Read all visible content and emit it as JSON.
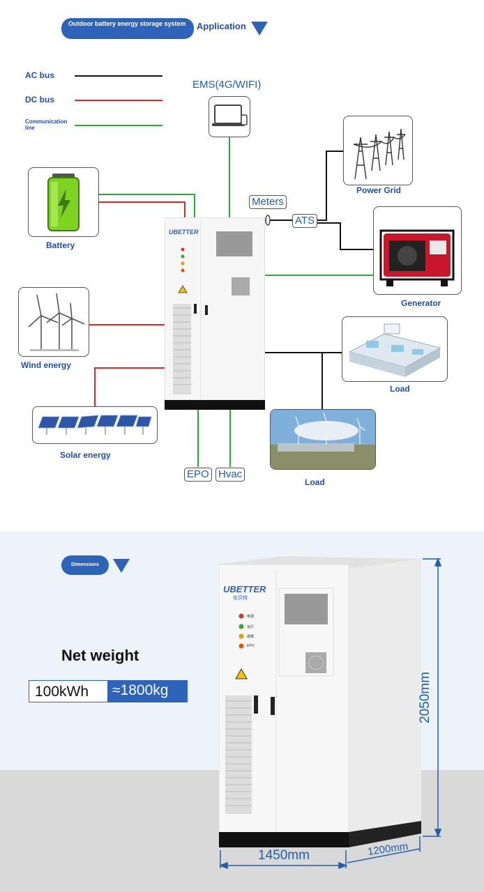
{
  "application": {
    "pill_text": "Outdoor battery energy storage system",
    "heading": "Application"
  },
  "legend": {
    "ac_bus": "AC bus",
    "dc_bus": "DC bus",
    "comm_line": "Communication line"
  },
  "nodes": {
    "ems": "EMS(4G/WIFI)",
    "meters": "Meters",
    "ats": "ATS",
    "power_grid": "Power Grid",
    "battery": "Battery",
    "generator": "Generator",
    "wind": "Wind energy",
    "solar": "Solar energy",
    "load1": "Load",
    "load2": "Load",
    "epo": "EPO",
    "hvac": "Hvac"
  },
  "cabinet": {
    "brand": "UBETTER",
    "brand_sub": "优贝特",
    "lights": [
      "电源",
      "运行",
      "故障",
      "EPO"
    ]
  },
  "dimensions": {
    "pill_text": "Dimensions",
    "net_weight_label": "Net weight",
    "capacity": "100kWh",
    "weight": "≈1800kg",
    "height": "2050mm",
    "width": "1450mm",
    "depth": "1200mm"
  },
  "colors": {
    "ac": "#111111",
    "dc": "#d42a2a",
    "comm": "#2aa83a",
    "accent": "#2d63b8"
  }
}
